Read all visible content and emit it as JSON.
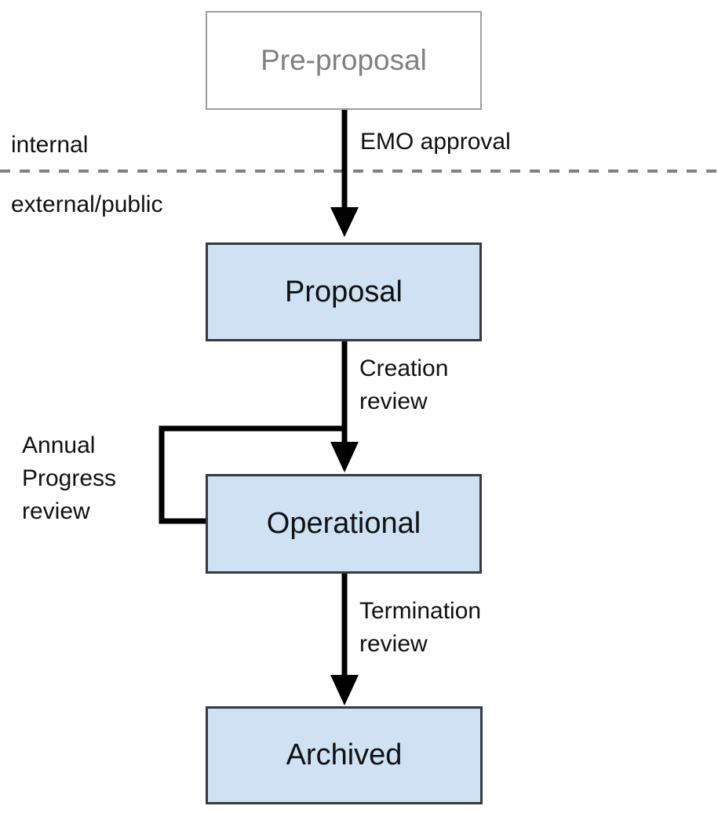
{
  "zones": {
    "internal": "internal",
    "external": "external/public"
  },
  "nodes": {
    "pre_proposal": {
      "label": "Pre-proposal",
      "state": "inactive"
    },
    "proposal": {
      "label": "Proposal",
      "state": "active"
    },
    "operational": {
      "label": "Operational",
      "state": "active"
    },
    "archived": {
      "label": "Archived",
      "state": "active"
    }
  },
  "edges": {
    "emo_approval": {
      "from": "Pre-proposal",
      "to": "Proposal",
      "label": "EMO approval"
    },
    "creation_review": {
      "from": "Proposal",
      "to": "Operational",
      "label": "Creation\nreview"
    },
    "annual_progress_review": {
      "from": "Operational",
      "to": "Operational",
      "label": "Annual\nProgress\nreview"
    },
    "termination_review": {
      "from": "Operational",
      "to": "Archived",
      "label": "Termination\nreview"
    }
  },
  "colors": {
    "node_fill": "#cfe2f3",
    "node_border": "#343a40",
    "inactive_border": "#9e9e9e",
    "inactive_text": "#808080",
    "connector": "#000000",
    "divider": "#808080"
  }
}
